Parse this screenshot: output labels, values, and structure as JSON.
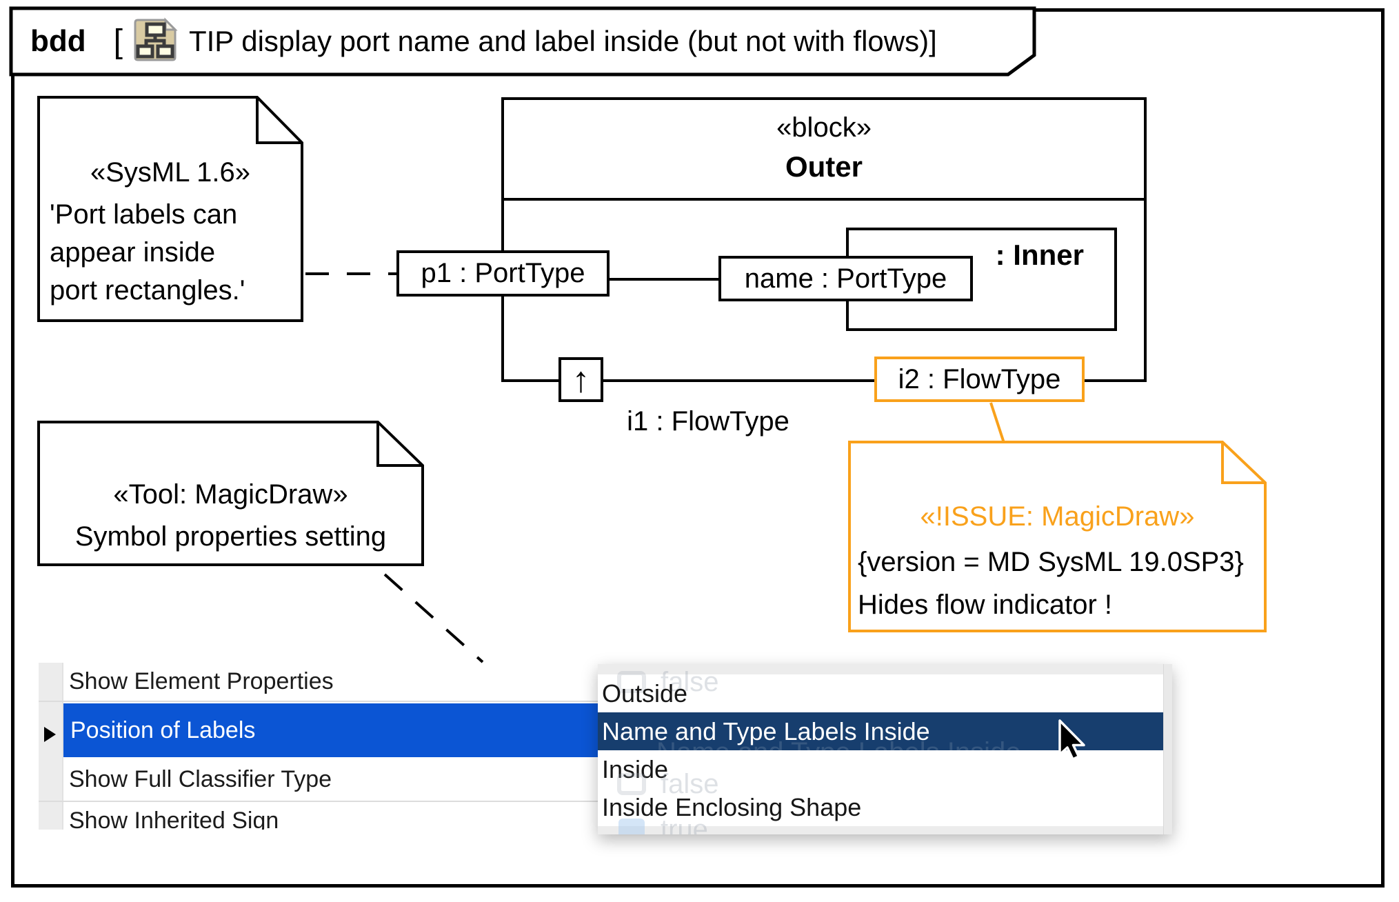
{
  "frame": {
    "tab": {
      "keyword": "bdd",
      "bracket": "[",
      "title": "TIP display port name and label inside (but not with flows)]"
    }
  },
  "diagram": {
    "blocks": {
      "outer": {
        "stereotype": "«block»",
        "name": "Outer"
      },
      "inner": {
        "label": ": Inner"
      }
    },
    "ports": {
      "p1": "p1 : PortType",
      "name_port": "name : PortType",
      "i1_label": "i1 : FlowType",
      "i1_arrow": "↑",
      "i2": "i2 : FlowType"
    },
    "notes": {
      "sysml": {
        "stereotype": "«SysML 1.6»",
        "line1": "'Port labels can",
        "line2": "appear inside",
        "line3": "port rectangles.'"
      },
      "tool": {
        "stereotype": "«Tool: MagicDraw»",
        "body": "Symbol properties setting"
      },
      "issue": {
        "stereotype": "«!ISSUE: MagicDraw»",
        "constraint": "{version = MD SysML 19.0SP3}",
        "body": "Hides flow indicator !",
        "accent_color": "#F9A11B"
      }
    }
  },
  "properties_panel": {
    "selection_color": "#0B55D4",
    "rows": [
      {
        "label": "Show Element Properties",
        "selected": false
      },
      {
        "label": "Position of Labels",
        "selected": true
      },
      {
        "label": "Show Full Classifier Type",
        "selected": false
      },
      {
        "label": "Show Inherited Sign",
        "selected": false
      }
    ]
  },
  "dropdown": {
    "selection_color": "#173E6E",
    "items": [
      {
        "label": "Outside",
        "selected": false
      },
      {
        "label": "Name and Type Labels Inside",
        "selected": true
      },
      {
        "label": "Inside",
        "selected": false
      },
      {
        "label": "Inside Enclosing Shape",
        "selected": false
      }
    ],
    "ghosts": {
      "row1": "false",
      "row2": "Name and Type Labels Inside",
      "row3": "false",
      "row4": "true"
    }
  }
}
